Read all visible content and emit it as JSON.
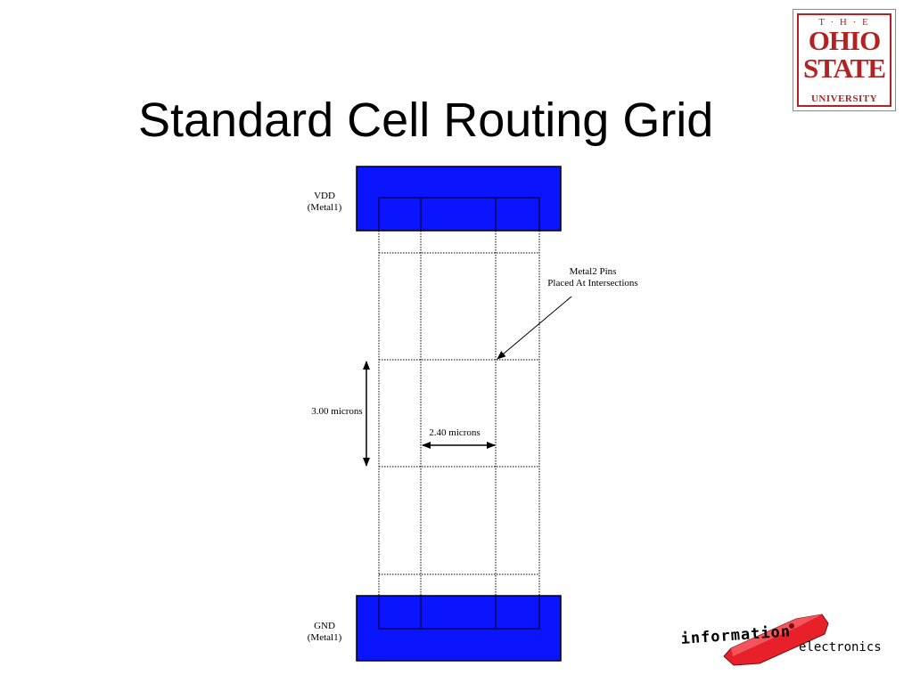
{
  "slide": {
    "title": "Standard Cell Routing Grid"
  },
  "osu_logo": {
    "line1": "T · H · E",
    "line2": "OHIO",
    "line3": "STATE",
    "line4": "UNIVERSITY",
    "color": "#b22222"
  },
  "diagram": {
    "vdd_label": "VDD",
    "vdd_sublabel": "(Metal1)",
    "gnd_label": "GND",
    "gnd_sublabel": "(Metal1)",
    "pins_label_line1": "Metal2 Pins",
    "pins_label_line2": "Placed At Intersections",
    "vertical_dimension": "3.00 microns",
    "horizontal_dimension": "2.40 microns",
    "rail_color": "#0a14ff"
  },
  "footer_logo": {
    "word1": "information",
    "word2": "electronics",
    "accent_color": "#e8202a"
  }
}
